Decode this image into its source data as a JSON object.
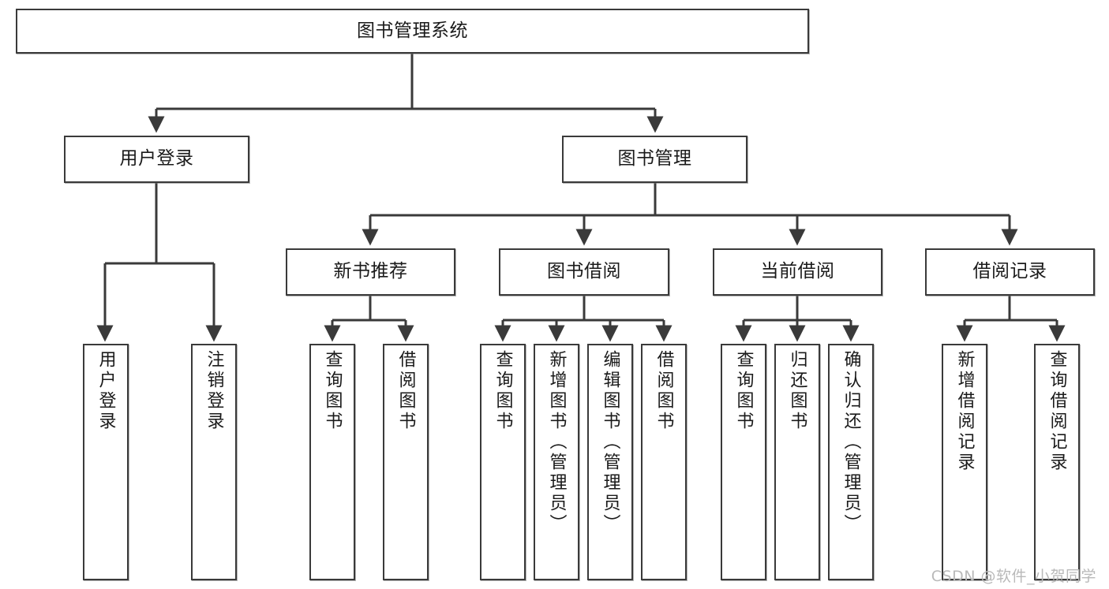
{
  "diagram": {
    "title": "图书管理系统",
    "watermark": "CSDN @软件_小贺同学",
    "line_color": "#3a3a3a",
    "box_fill": "#ffffff",
    "text_color": "#1a1a1a",
    "watermark_color": "#b9b9b9",
    "nodes": {
      "root": "图书管理系统",
      "level2": {
        "user_login": "用户登录",
        "book_manage": "图书管理"
      },
      "level3": {
        "new_book_rec": "新书推荐",
        "book_borrow": "图书借阅",
        "current_borrow": "当前借阅",
        "borrow_record": "借阅记录"
      },
      "leaves": {
        "user_login_1": "用户登录",
        "user_login_2": "注销登录",
        "new_book_rec_1": "查询图书",
        "new_book_rec_2": "借阅图书",
        "book_borrow_1": "查询图书",
        "book_borrow_2": "新增图书（管理员）",
        "book_borrow_3": "编辑图书（管理员）",
        "book_borrow_4": "借阅图书",
        "current_borrow_1": "查询图书",
        "current_borrow_2": "归还图书",
        "current_borrow_3": "确认归还（管理员）",
        "borrow_record_1": "新增借阅记录",
        "borrow_record_2": "查询借阅记录"
      }
    }
  },
  "chart_data": {
    "type": "tree-diagram",
    "title": "图书管理系统",
    "orientation": "top-down",
    "levels": 4,
    "tree": {
      "name": "图书管理系统",
      "children": [
        {
          "name": "用户登录",
          "children": [
            {
              "name": "用户登录"
            },
            {
              "name": "注销登录"
            }
          ]
        },
        {
          "name": "图书管理",
          "children": [
            {
              "name": "新书推荐",
              "children": [
                {
                  "name": "查询图书"
                },
                {
                  "name": "借阅图书"
                }
              ]
            },
            {
              "name": "图书借阅",
              "children": [
                {
                  "name": "查询图书"
                },
                {
                  "name": "新增图书（管理员）"
                },
                {
                  "name": "编辑图书（管理员）"
                },
                {
                  "name": "借阅图书"
                }
              ]
            },
            {
              "name": "当前借阅",
              "children": [
                {
                  "name": "查询图书"
                },
                {
                  "name": "归还图书"
                },
                {
                  "name": "确认归还（管理员）"
                }
              ]
            },
            {
              "name": "借阅记录",
              "children": [
                {
                  "name": "新增借阅记录"
                },
                {
                  "name": "查询借阅记录"
                }
              ]
            }
          ]
        }
      ]
    }
  }
}
